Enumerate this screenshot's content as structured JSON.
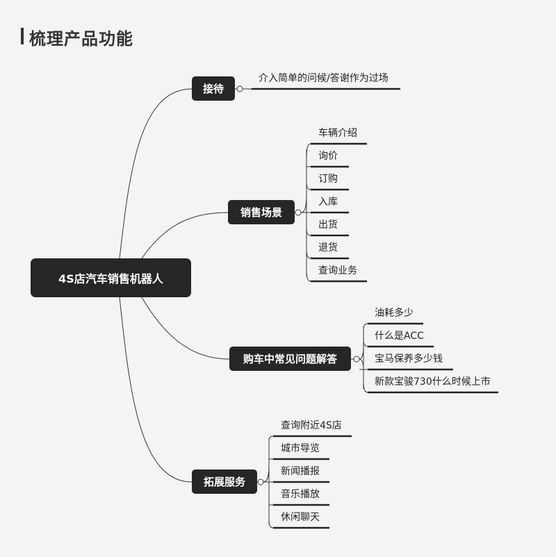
{
  "page": {
    "title": "梳理产品功能"
  },
  "root": {
    "label": "4S店汽车销售机器人"
  },
  "branches": [
    {
      "label": "接待",
      "leaves": [
        "介入简单的问候/答谢作为过场"
      ]
    },
    {
      "label": "销售场景",
      "leaves": [
        "车辆介绍",
        "询价",
        "订购",
        "入库",
        "出货",
        "退货",
        "查询业务"
      ]
    },
    {
      "label": "购车中常见问题解答",
      "leaves": [
        "油耗多少",
        "什么是ACC",
        "宝马保养多少钱",
        "新款宝骏730什么时候上市"
      ]
    },
    {
      "label": "拓展服务",
      "leaves": [
        "查询附近4S店",
        "城市导览",
        "新闻播报",
        "音乐播放",
        "休闲聊天"
      ]
    }
  ]
}
